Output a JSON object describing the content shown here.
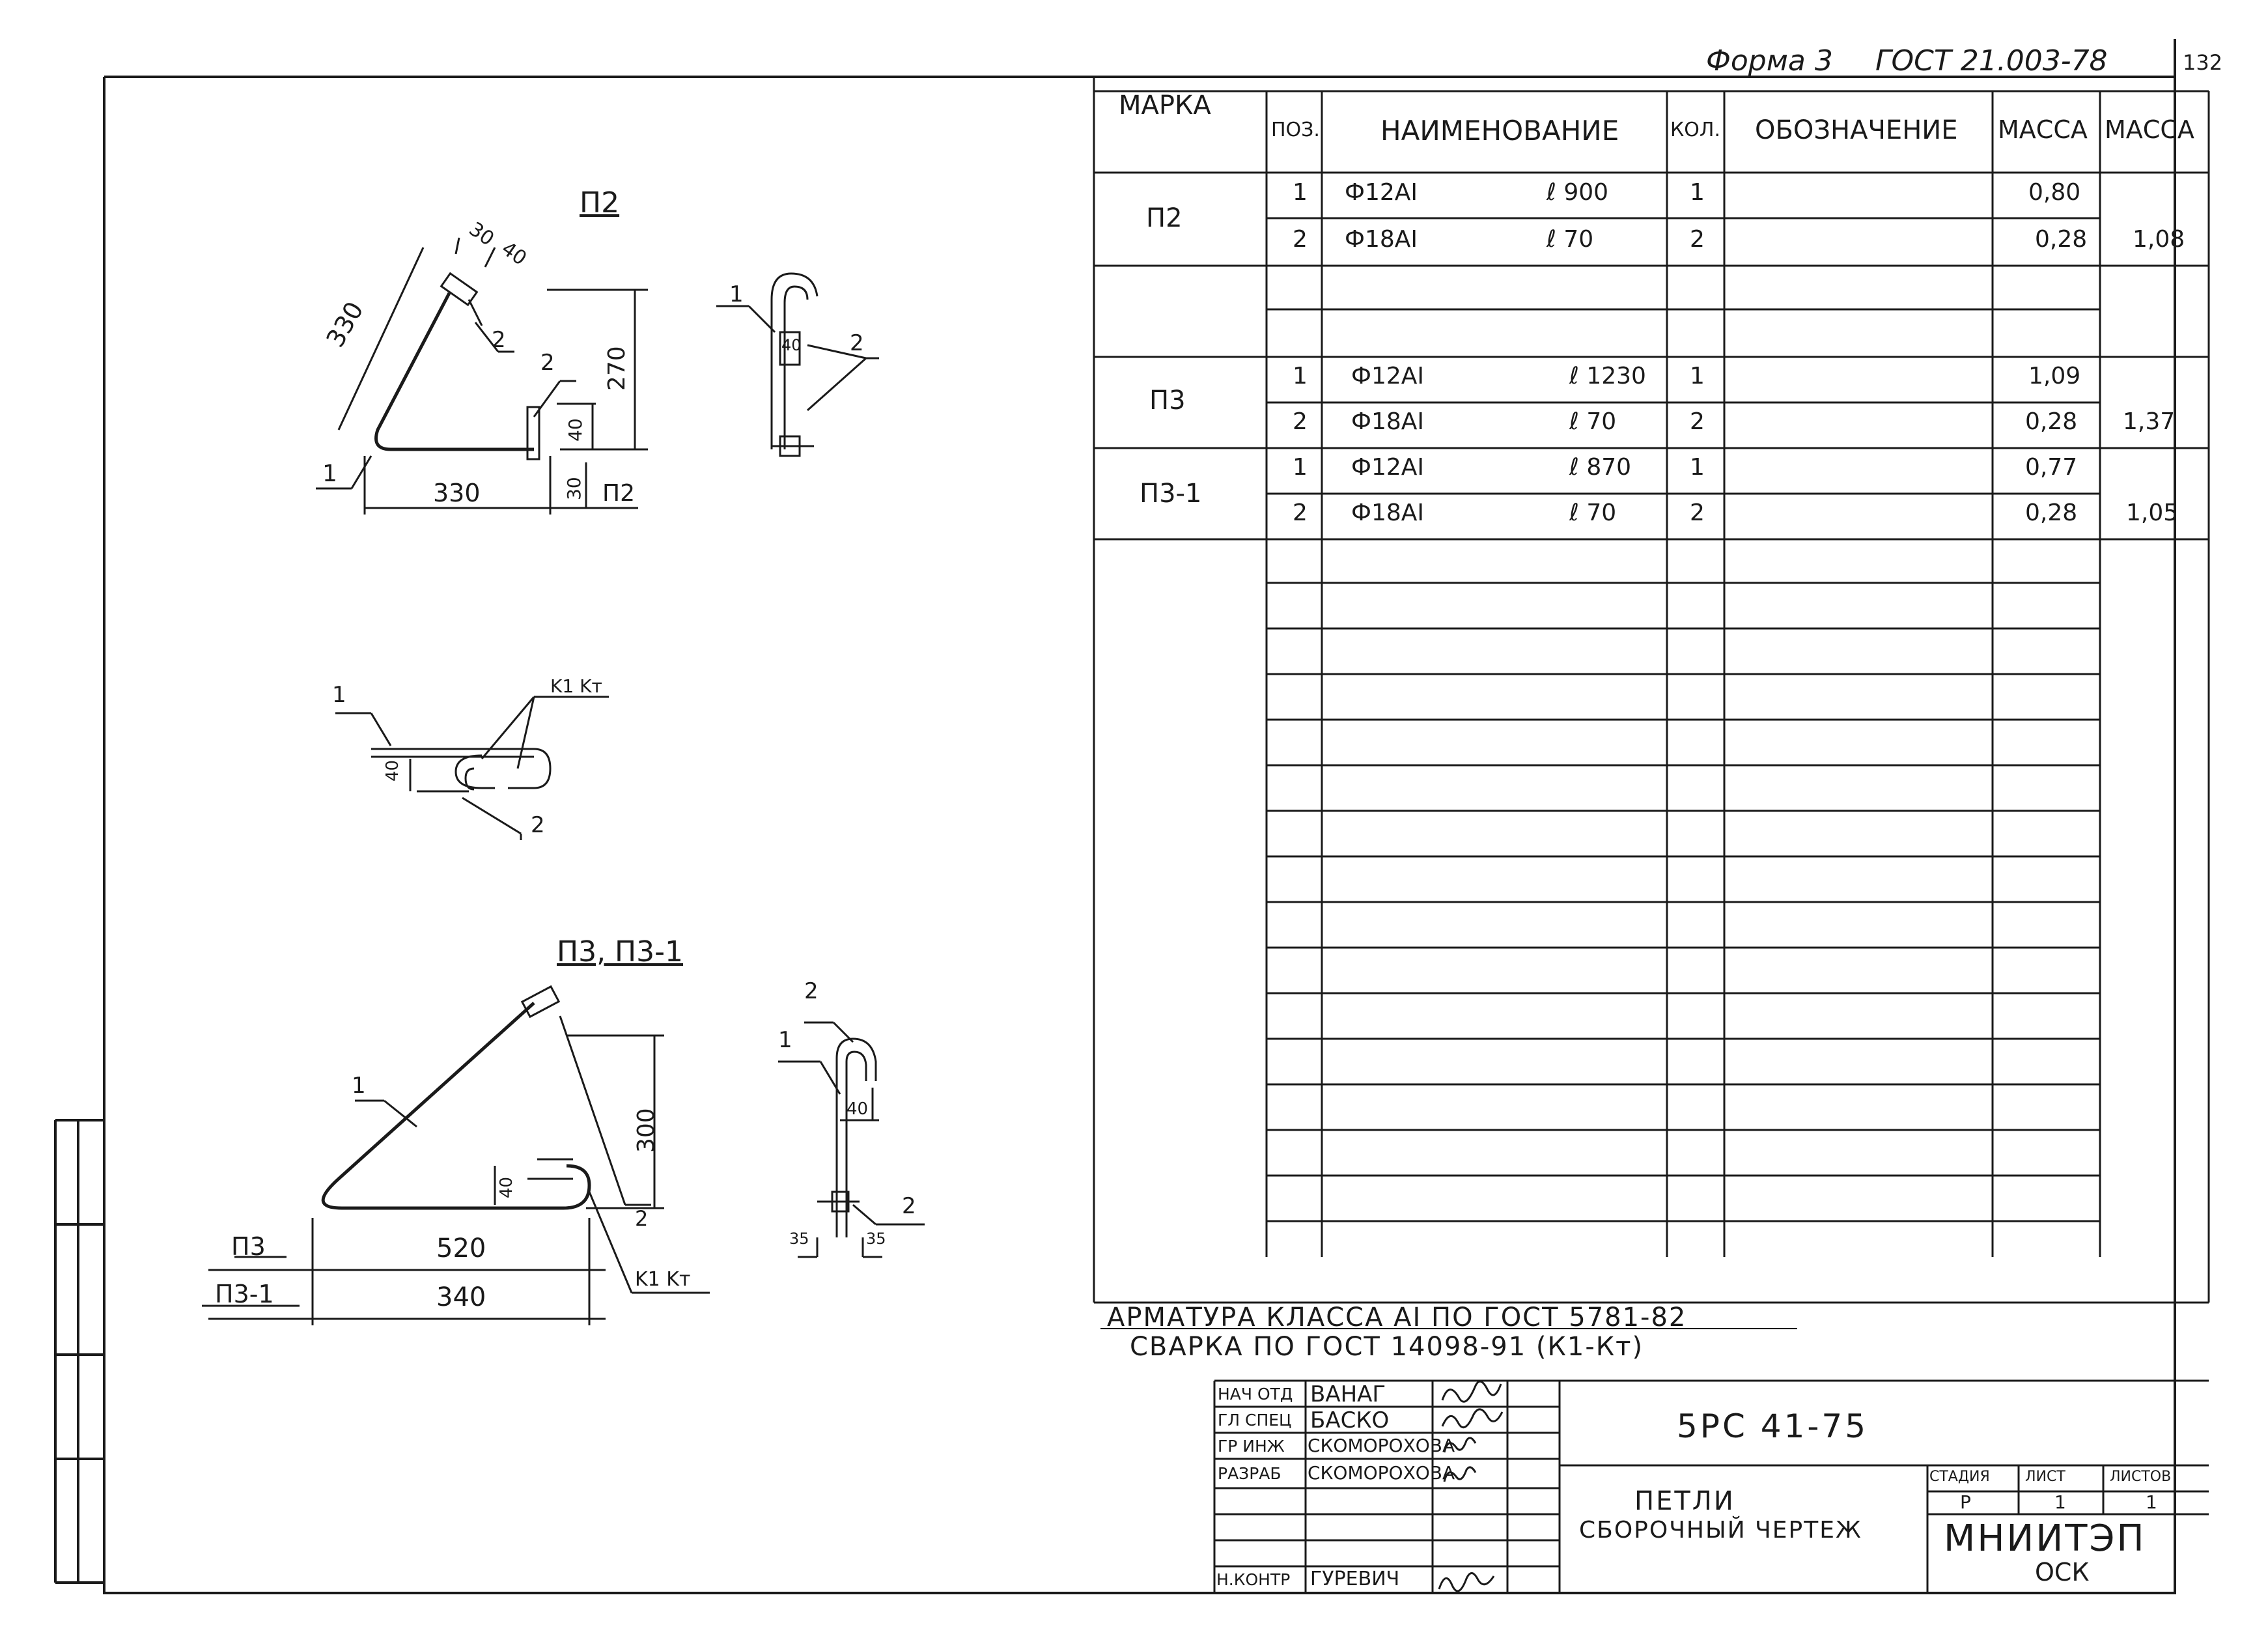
{
  "header": {
    "form": "Форма 3",
    "standard": "ГОСТ 21.003-78",
    "sheet_no": "132"
  },
  "drawings": {
    "p2": {
      "title": "П2",
      "dims": {
        "leg": "330",
        "a": "30",
        "b": "40",
        "h": "270",
        "w": "330",
        "c": "40",
        "d": "30"
      },
      "pos1": "1",
      "pos2a": "2",
      "pos2b": "2",
      "tag": "П2",
      "side": {
        "pos1": "1",
        "pos2": "2",
        "dim": "40"
      }
    },
    "joint": {
      "pos1": "1",
      "weld": "K1 Kт",
      "pos2": "2",
      "dim": "40"
    },
    "p3": {
      "title": "П3, П3-1",
      "pos1": "1",
      "pos2": "2",
      "h": "300",
      "c": "40",
      "mark1": "П3",
      "len1": "520",
      "mark2": "П3-1",
      "len2": "340",
      "weld": "K1 Kт",
      "side": {
        "pos2top": "2",
        "pos1": "1",
        "dim": "40",
        "pos2bot": "2",
        "a": "35",
        "b": "35"
      }
    }
  },
  "spec": {
    "headers": {
      "mark": "МАРКА",
      "pos": "ПОЗ.",
      "name": "НАИМЕНОВАНИЕ",
      "qty": "КОЛ.",
      "designation": "ОБОЗНАЧЕНИЕ",
      "mass1": "МАССА",
      "mass2": "МАССА"
    },
    "rows": [
      {
        "mark": "П2",
        "total": "1,08",
        "items": [
          {
            "pos": "1",
            "name": "Ф12АI",
            "len": "ℓ 900",
            "qty": "1",
            "mass": "0,80"
          },
          {
            "pos": "2",
            "name": "Ф18АI",
            "len": "ℓ 70",
            "qty": "2",
            "mass": "0,28"
          }
        ]
      },
      {
        "mark": "П3",
        "total": "1,37",
        "items": [
          {
            "pos": "1",
            "name": "Ф12АI",
            "len": "ℓ 1230",
            "qty": "1",
            "mass": "1,09"
          },
          {
            "pos": "2",
            "name": "Ф18АI",
            "len": "ℓ 70",
            "qty": "2",
            "mass": "0,28"
          }
        ]
      },
      {
        "mark": "П3-1",
        "total": "1,05",
        "items": [
          {
            "pos": "1",
            "name": "Ф12АI",
            "len": "ℓ 870",
            "qty": "1",
            "mass": "0,77"
          },
          {
            "pos": "2",
            "name": "Ф18АI",
            "len": "ℓ 70",
            "qty": "2",
            "mass": "0,28"
          }
        ]
      }
    ]
  },
  "notes": {
    "line1": "АРМАТУРА КЛАССА АI ПО ГОСТ 5781-82",
    "line2": "СВАРКА ПО ГОСТ 14098-91 (К1-Кт)"
  },
  "titleblock": {
    "code": "5РС 41-75",
    "title1": "ПЕТЛИ",
    "title2": "СБОРОЧНЫЙ ЧЕРТЕЖ",
    "stage_h": "СТАДИЯ",
    "sheet_h": "ЛИСТ",
    "sheets_h": "ЛИСТОВ",
    "stage": "Р",
    "sheet": "1",
    "sheets": "1",
    "org1": "МНИИТЭП",
    "org2": "ОСК",
    "staff": [
      {
        "role": "НАЧ ОТД",
        "name": "ВАНАГ"
      },
      {
        "role": "ГЛ СПЕЦ",
        "name": "БАСКО"
      },
      {
        "role": "ГР ИНЖ",
        "name": "СКОМОРОХОВА"
      },
      {
        "role": "РАЗРАБ",
        "name": "СКОМОРОХОВА"
      },
      {
        "role": "Н.КОНТР",
        "name": "ГУРЕВИЧ"
      }
    ]
  },
  "colors": {
    "ink": "#1a1a1a",
    "paper": "#ffffff"
  }
}
